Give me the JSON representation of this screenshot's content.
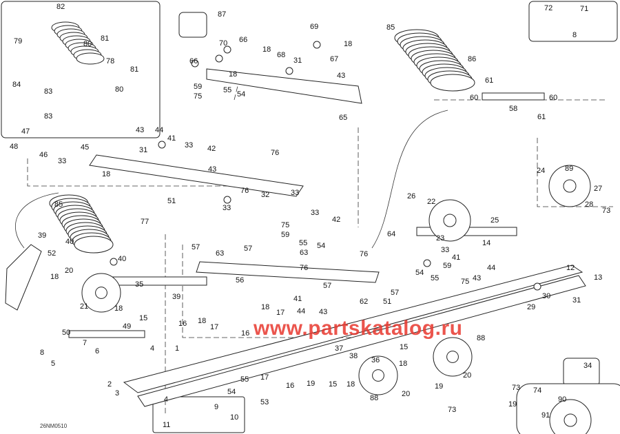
{
  "diagram_code": "26NM0510",
  "watermark": "www.partskatalog.ru",
  "labels": [
    "82",
    "79",
    "81",
    "80",
    "78",
    "81",
    "84",
    "83",
    "80",
    "83",
    "87",
    "69",
    "66",
    "70",
    "18",
    "68",
    "85",
    "18",
    "67",
    "66",
    "31",
    "18",
    "43",
    "86",
    "59",
    "75",
    "55",
    "54",
    "61",
    "60",
    "60",
    "58",
    "61",
    "65",
    "72",
    "71",
    "8",
    "47",
    "48",
    "46",
    "33",
    "45",
    "43",
    "44",
    "41",
    "33",
    "42",
    "31",
    "76",
    "43",
    "18",
    "76",
    "32",
    "33",
    "51",
    "33",
    "85",
    "77",
    "39",
    "40",
    "52",
    "40",
    "20",
    "18",
    "35",
    "39",
    "21",
    "18",
    "15",
    "49",
    "50",
    "7",
    "8",
    "6",
    "5",
    "4",
    "1",
    "2",
    "3",
    "4",
    "9",
    "10",
    "11",
    "33",
    "75",
    "42",
    "59",
    "55",
    "54",
    "64",
    "57",
    "57",
    "63",
    "63",
    "76",
    "76",
    "56",
    "57",
    "57",
    "62",
    "51",
    "23",
    "26",
    "22",
    "25",
    "33",
    "14",
    "41",
    "59",
    "44",
    "54",
    "55",
    "43",
    "75",
    "24",
    "89",
    "27",
    "28",
    "73",
    "12",
    "13",
    "30",
    "31",
    "29",
    "41",
    "18",
    "17",
    "16",
    "44",
    "43",
    "16",
    "18",
    "17",
    "15",
    "18",
    "88",
    "37",
    "38",
    "36",
    "55",
    "54",
    "17",
    "16",
    "19",
    "15",
    "18",
    "53",
    "20",
    "73",
    "19",
    "19",
    "20",
    "88",
    "73",
    "34",
    "74",
    "90",
    "91"
  ]
}
